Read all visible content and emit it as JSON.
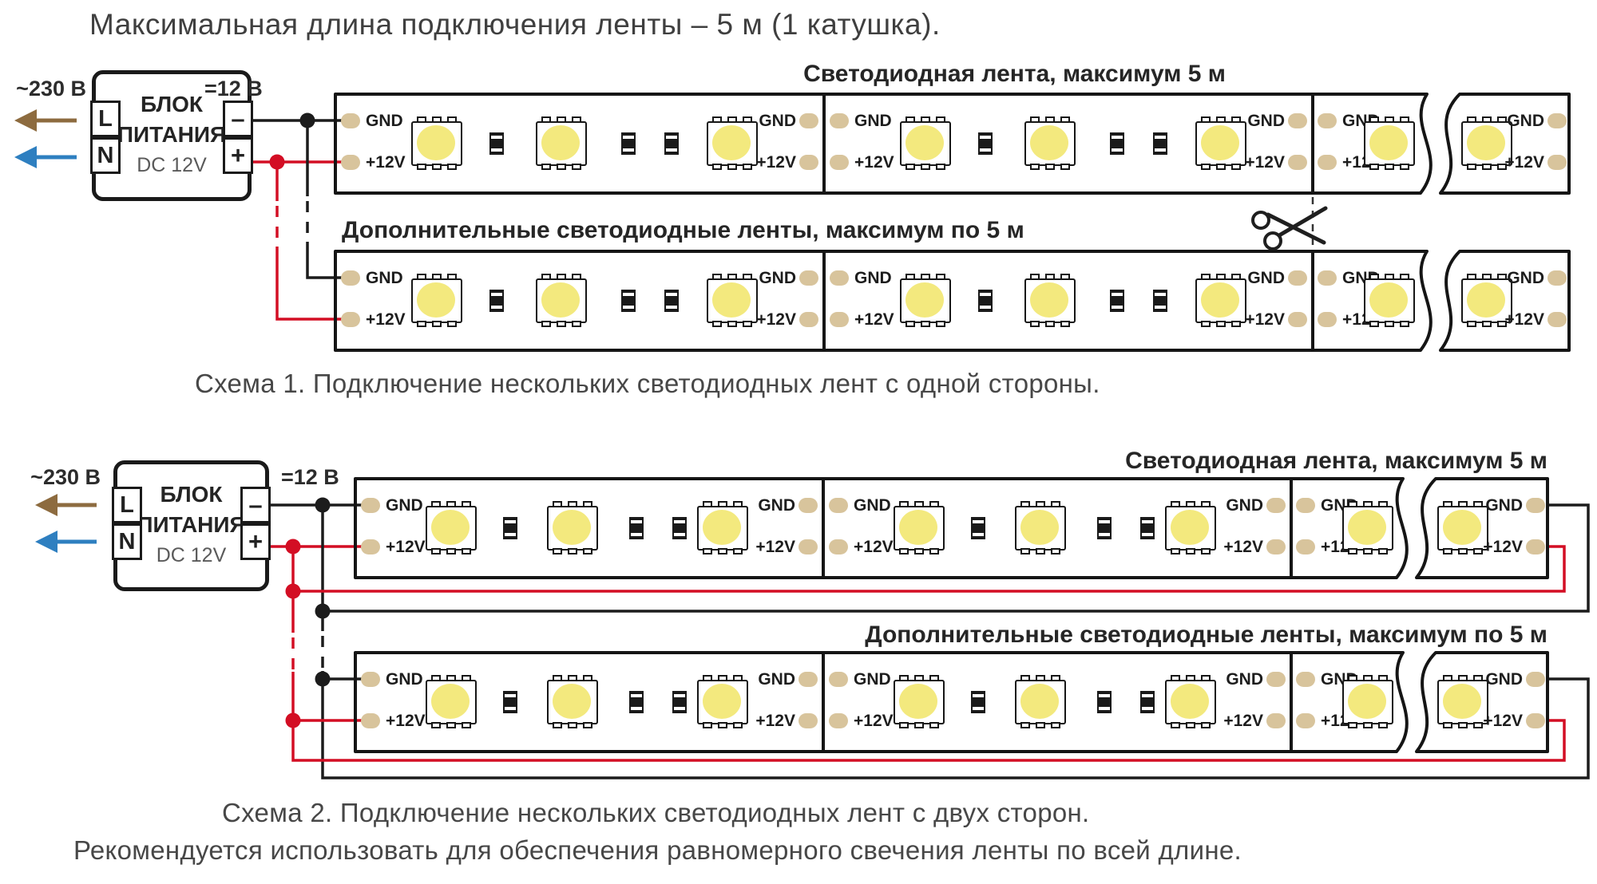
{
  "title": "Максимальная длина подключения ленты – 5 м (1 катушка).",
  "power_supply": {
    "name_line1": "БЛОК",
    "name_line2": "ПИТАНИЯ",
    "model": "DC 12V",
    "input_voltage": "~230 В",
    "output_voltage": "=12 В",
    "terminal_l": "L",
    "terminal_n": "N",
    "terminal_minus": "–",
    "terminal_plus": "+"
  },
  "strip_labels": {
    "gnd": "GND",
    "plus12v": "+12V"
  },
  "scheme1": {
    "strip1_label": "Светодиодная лента, максимум 5 м",
    "strip2_label": "Дополнительные светодиодные ленты, максимум по 5 м",
    "caption": "Схема 1. Подключение нескольких светодиодных лент с одной стороны."
  },
  "scheme2": {
    "strip1_label": "Светодиодная лента, максимум 5 м",
    "strip2_label": "Дополнительные светодиодные ленты, максимум по 5 м",
    "caption_line1": "Схема 2. Подключение нескольких светодиодных лент с двух сторон.",
    "caption_line2": "Рекомендуется использовать для обеспечения равномерного свечения ленты по всей длине."
  },
  "colors": {
    "wire_red": "#d30e24",
    "wire_black": "#1c1c1c",
    "pad_tan": "#d8c49c",
    "led_yellow": "#f3e97e",
    "arrow_brown": "#8d6b3f",
    "arrow_blue": "#2e7fc0"
  }
}
